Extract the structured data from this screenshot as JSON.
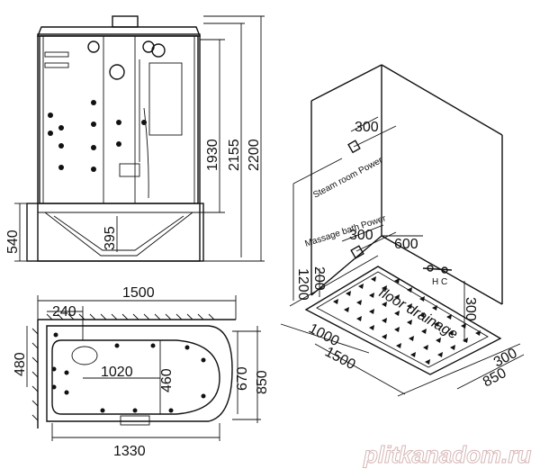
{
  "cabin_elevation": {
    "heights": [
      "1930",
      "2155",
      "2200"
    ],
    "base_height": "540",
    "tray_depth": "395"
  },
  "bath_plan": {
    "length": "1500",
    "inner_length": "1020",
    "bottom_length": "1330",
    "offset": "240",
    "width_left": "480",
    "inner_width": "460",
    "width_a": "670",
    "width_b": "850"
  },
  "room_layout": {
    "steam_room_power": "Steam room Power",
    "massage_bath_power": "Massage bath Power",
    "steam_width": "300",
    "massage_width": "300",
    "wall_height": "1200",
    "socket_height": "200",
    "valve_offset": "600",
    "valve_height": "300",
    "hot_cold": "H C",
    "floor_drainage": "floor drainage",
    "floor_depth": "1000",
    "floor_width": "1500",
    "floor_right": "850",
    "corner": "300"
  },
  "watermark": "plitkanadom.ru"
}
